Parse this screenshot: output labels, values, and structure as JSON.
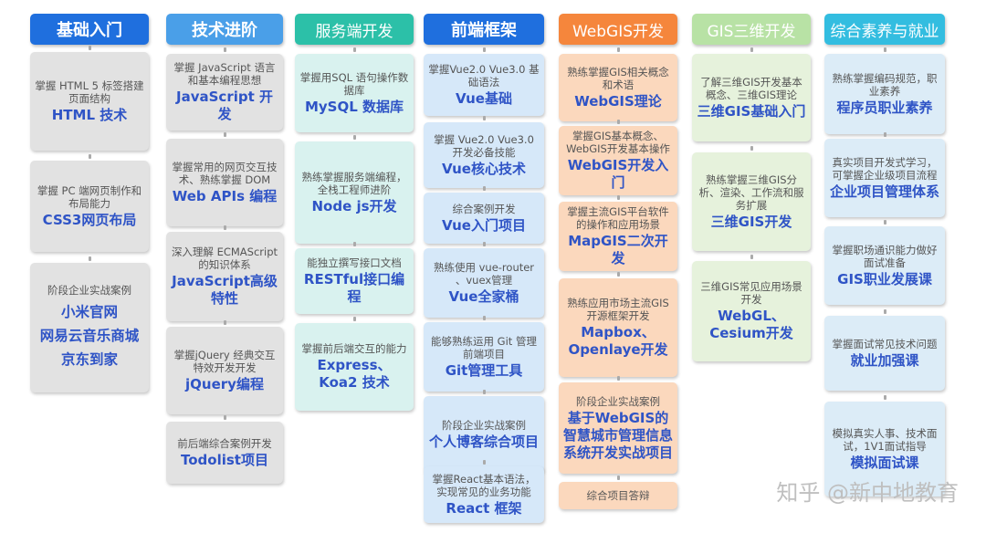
{
  "columns": [
    {
      "header": "基础入门",
      "cards": [
        {
          "desc": "掌握 HTML 5 标签搭建页面结构",
          "titles": [
            "HTML 技术"
          ]
        },
        {
          "desc": "掌握 PC 端网页制作和布局能力",
          "titles": [
            "CSS3网页布局"
          ]
        },
        {
          "desc": "阶段企业实战案例",
          "titles": [
            "小米官网",
            "网易云音乐商城",
            "京东到家"
          ]
        }
      ]
    },
    {
      "header": "技术进阶",
      "cards": [
        {
          "desc": "掌握 JavaScript 语言和基本编程思想",
          "titles": [
            "JavaScript 开发"
          ]
        },
        {
          "desc": "掌握常用的网页交互技术、熟练掌握 DOM",
          "titles": [
            "Web APIs 编程"
          ]
        },
        {
          "desc": "深入理解 ECMAScript 的知识体系",
          "titles": [
            "JavaScript高级特性"
          ]
        },
        {
          "desc": "掌握jQuery 经典交互特效开发开发",
          "titles": [
            "jQuery编程"
          ]
        },
        {
          "desc": "前后端综合案例开发",
          "titles": [
            "Todolist项目"
          ]
        }
      ]
    },
    {
      "header": "服务端开发",
      "cards": [
        {
          "desc": "掌握用SQL 语句操作数据库",
          "titles": [
            "MySQL 数据库"
          ]
        },
        {
          "desc": "熟练掌握服务端编程，全栈工程师进阶",
          "titles": [
            "Node js开发"
          ]
        },
        {
          "desc": "能独立撰写接口文档",
          "titles": [
            "RESTful接口编程"
          ]
        },
        {
          "desc": "掌握前后端交互的能力",
          "titles": [
            "Express、Koa2 技术"
          ]
        }
      ]
    },
    {
      "header": "前端框架",
      "cards": [
        {
          "desc": "掌握Vue2.0 Vue3.0 基础语法",
          "titles": [
            "Vue基础"
          ]
        },
        {
          "desc": "掌握 Vue2.0 Vue3.0 开发必备技能",
          "titles": [
            "Vue核心技术"
          ]
        },
        {
          "desc": "综合案例开发",
          "titles": [
            "Vue入门项目"
          ]
        },
        {
          "desc": "熟练使用 vue-router 、vuex管理",
          "titles": [
            "Vue全家桶"
          ]
        },
        {
          "desc": "能够熟练运用 Git 管理前端项目",
          "titles": [
            "Git管理工具"
          ]
        },
        {
          "desc": "阶段企业实战案例",
          "titles": [
            "个人博客综合项目"
          ]
        },
        {
          "desc": "掌握React基本语法，实现常见的业务功能",
          "titles": [
            "React 框架"
          ]
        }
      ]
    },
    {
      "header": "WebGIS开发",
      "cards": [
        {
          "desc": "熟练掌握GIS相关概念和术语",
          "titles": [
            "WebGIS理论"
          ]
        },
        {
          "desc": "掌握GIS基本概念、WebGIS开发基本操作",
          "titles": [
            "WebGIS开发入门"
          ]
        },
        {
          "desc": "掌握主流GIS平台软件的操作和应用场景",
          "titles": [
            "MapGIS二次开发"
          ]
        },
        {
          "desc": "熟练应用市场主流GIS开源框架开发",
          "titles": [
            "Mapbox、Openlaye开发"
          ]
        },
        {
          "desc": "阶段企业实战案例",
          "titles": [
            "基于WebGIS的智慧城市管理信息系统开发实战项目"
          ]
        },
        {
          "desc": "综合项目答辩",
          "titles": []
        }
      ]
    },
    {
      "header": "GIS三维开发",
      "cards": [
        {
          "desc": "了解三维GIS开发基本概念、三维GIS理论",
          "titles": [
            "三维GIS基础入门"
          ]
        },
        {
          "desc": "熟练掌握三维GIS分析、渲染、工作流和服务扩展",
          "titles": [
            "三维GIS开发"
          ]
        },
        {
          "desc": "三维GIS常见应用场景开发",
          "titles": [
            "WebGL、Cesium开发"
          ]
        }
      ]
    },
    {
      "header": "综合素养与就业",
      "cards": [
        {
          "desc": "熟练掌握编码规范，职业素养",
          "titles": [
            "程序员职业素养"
          ]
        },
        {
          "desc": "真实项目开发式学习，可掌握企业级项目流程",
          "titles": [
            "企业项目管理体系"
          ]
        },
        {
          "desc": "掌握职场通识能力做好面试准备",
          "titles": [
            "GIS职业发展课"
          ]
        },
        {
          "desc": "掌握面试常见技术问题",
          "titles": [
            "就业加强课"
          ]
        },
        {
          "desc": "模拟真实人事、技术面试，1V1面试指导",
          "titles": [
            "模拟面试课"
          ]
        }
      ]
    }
  ],
  "watermark": "知乎 @新中地教育",
  "colors": {
    "header": [
      "#1f6fde",
      "#4a9fe8",
      "#2cc0a8",
      "#1f6fde",
      "#f5863c",
      "#b8e2a5",
      "#33bde0"
    ],
    "card": [
      "#e2e2e2",
      "#e2e2e2",
      "#d9f2ef",
      "#d6e8f9",
      "#fbd8bd",
      "#e6f2dc",
      "#dcecf7"
    ]
  }
}
